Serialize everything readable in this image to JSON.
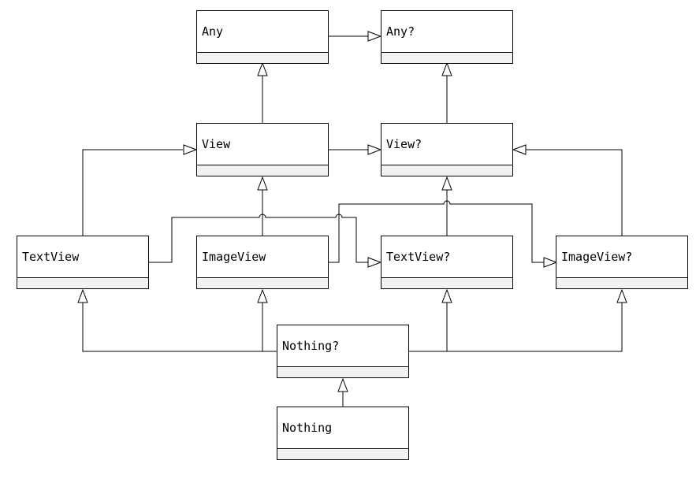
{
  "diagram": {
    "classes": {
      "any": "Any",
      "any_nullable": "Any?",
      "view": "View",
      "view_nullable": "View?",
      "textview": "TextView",
      "imageview": "ImageView",
      "textview_nullable": "TextView?",
      "imageview_nullable": "ImageView?",
      "nothing_nullable": "Nothing?",
      "nothing": "Nothing"
    },
    "relationship": "generalization",
    "colors": {
      "line": "#000000",
      "box_fill": "#ffffff",
      "compartment_fill": "#f2f2f2"
    }
  }
}
